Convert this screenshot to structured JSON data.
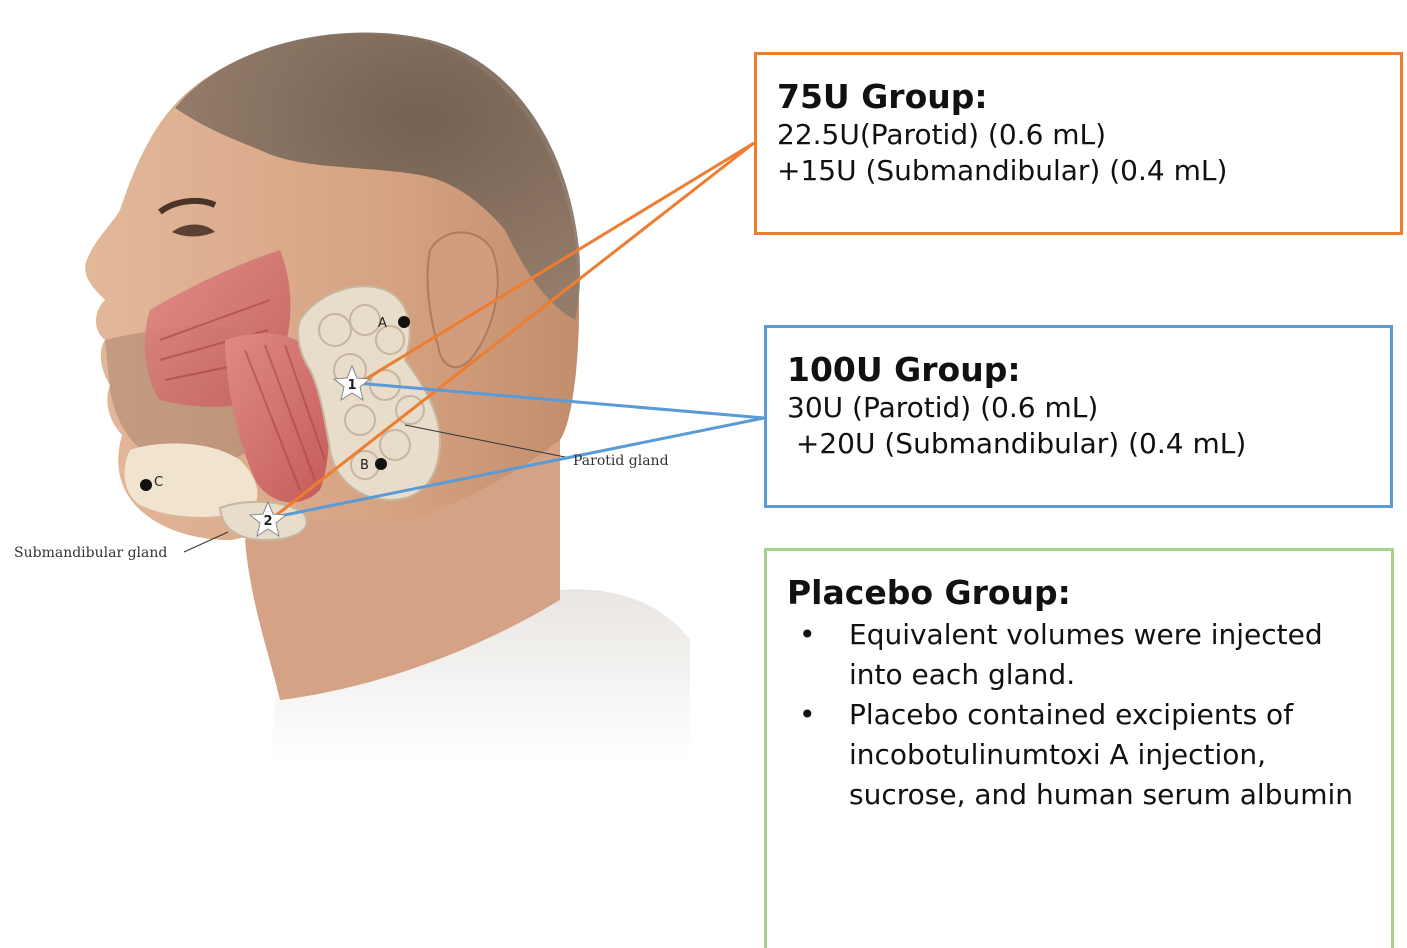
{
  "figure": {
    "labels": {
      "parotid_gland": "Parotid gland",
      "submandibular_gland": "Submandibular gland",
      "point_a": "A",
      "point_b": "B",
      "point_c": "C",
      "site_1": "1",
      "site_2": "2"
    }
  },
  "groups": {
    "g75": {
      "title": "75U Group:",
      "lines": [
        "22.5U(Parotid) (0.6 mL)",
        "+15U (Submandibular) (0.4 mL)"
      ],
      "color": "#ed7d31"
    },
    "g100": {
      "title": "100U Group:",
      "lines": [
        "30U (Parotid) (0.6 mL)",
        " +20U (Submandibular) (0.4 mL)"
      ],
      "color": "#5b9bd5"
    },
    "placebo": {
      "title": "Placebo Group:",
      "bullets": [
        "Equivalent volumes were injected into each gland.",
        "Placebo contained excipients of incobotulinumtoxi A injection, sucrose, and human serum albumin"
      ],
      "color": "#a9d18e"
    }
  }
}
